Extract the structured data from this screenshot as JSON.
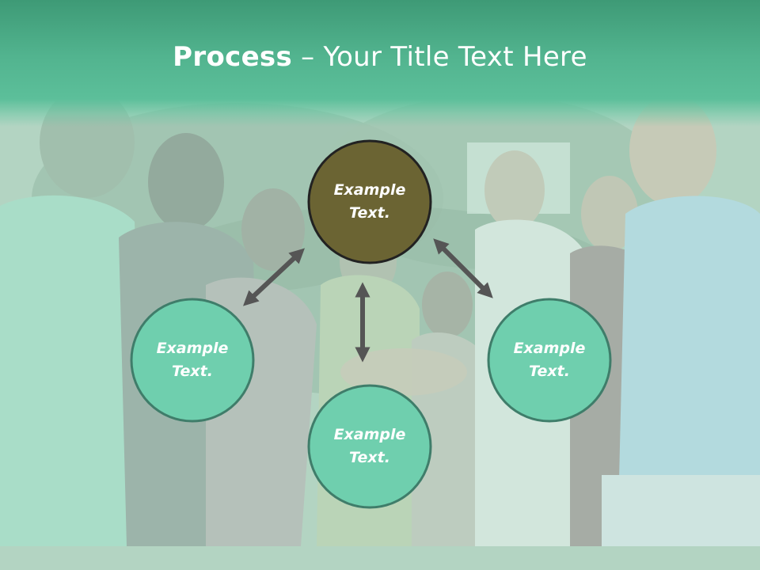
{
  "title": {
    "bold": "Process",
    "separator": " – ",
    "rest": "Your Title Text Here"
  },
  "nodes": [
    {
      "id": "top",
      "label": "Example Text.",
      "line1": "Example",
      "line2": "Text."
    },
    {
      "id": "left",
      "label": "Example Text.",
      "line1": "Example",
      "line2": "Text."
    },
    {
      "id": "right",
      "label": "Example Text.",
      "line1": "Example",
      "line2": "Text."
    },
    {
      "id": "bottom",
      "label": "Example Text.",
      "line1": "Example",
      "line2": "Text."
    }
  ],
  "colors": {
    "title_band": "#52b48f",
    "top_node_fill": "#6b6433",
    "node_fill": "#6fcfae",
    "node_border": "#3f7d6a",
    "arrow": "#555555",
    "text": "#ffffff"
  }
}
